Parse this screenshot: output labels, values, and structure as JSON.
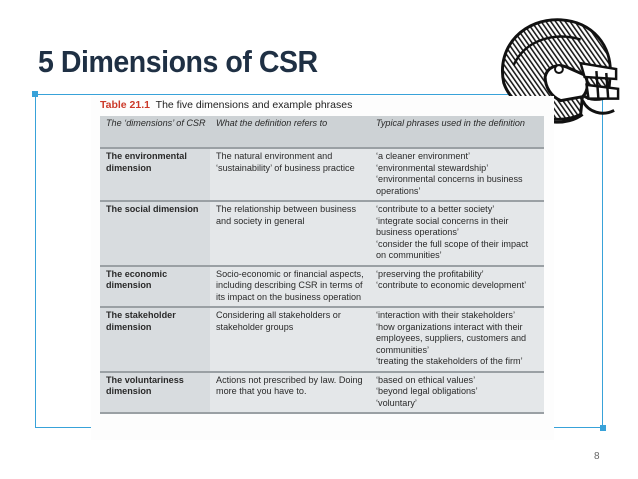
{
  "slide": {
    "title": "5 Dimensions of CSR",
    "page_number": "8"
  },
  "table": {
    "caption_label": "Table 21.1",
    "caption_text": "The five dimensions and example phrases",
    "headers": {
      "dimension": "The ‘dimensions’ of CSR",
      "definition": "What the definition refers to",
      "phrases": "Typical phrases used in the definition"
    },
    "rows": [
      {
        "dimension": "The environmental dimension",
        "definition": "The natural environment and ‘sustainability’ of business practice",
        "phrases": [
          "‘a cleaner environment’",
          "‘environmental stewardship’",
          "‘environmental concerns in business operations’"
        ]
      },
      {
        "dimension": "The social dimension",
        "definition": "The relationship between business and society in general",
        "phrases": [
          "‘contribute to a better society’",
          "‘integrate social concerns in their business operations’",
          "‘consider the full scope of their impact on communities’"
        ]
      },
      {
        "dimension": "The economic dimension",
        "definition": "Socio-economic or financial aspects, including describing CSR in terms of its impact on the business operation",
        "phrases": [
          "‘preserving the profitability’",
          "‘contribute to economic development’"
        ]
      },
      {
        "dimension": "The stakeholder dimension",
        "definition": "Considering all stakeholders or stakeholder groups",
        "phrases": [
          "‘interaction with their stakeholders’",
          "‘how organizations interact with their employees, suppliers, customers and communities’",
          "‘treating the stakeholders of the firm’"
        ]
      },
      {
        "dimension": "The voluntariness dimension",
        "definition": "Actions not prescribed by law. Doing more that you have to.",
        "phrases": [
          "‘based on ethical values’",
          "‘beyond legal obligations’",
          "‘voluntary’"
        ]
      }
    ]
  },
  "icons": {
    "helmet": "football-helmet-icon"
  },
  "colors": {
    "title": "#1f3044",
    "accent_frame": "#38a2d9",
    "caption_label": "#cc3a2a",
    "header_bg": "#cdd2d5",
    "row_bg": "#e4e7e9"
  }
}
